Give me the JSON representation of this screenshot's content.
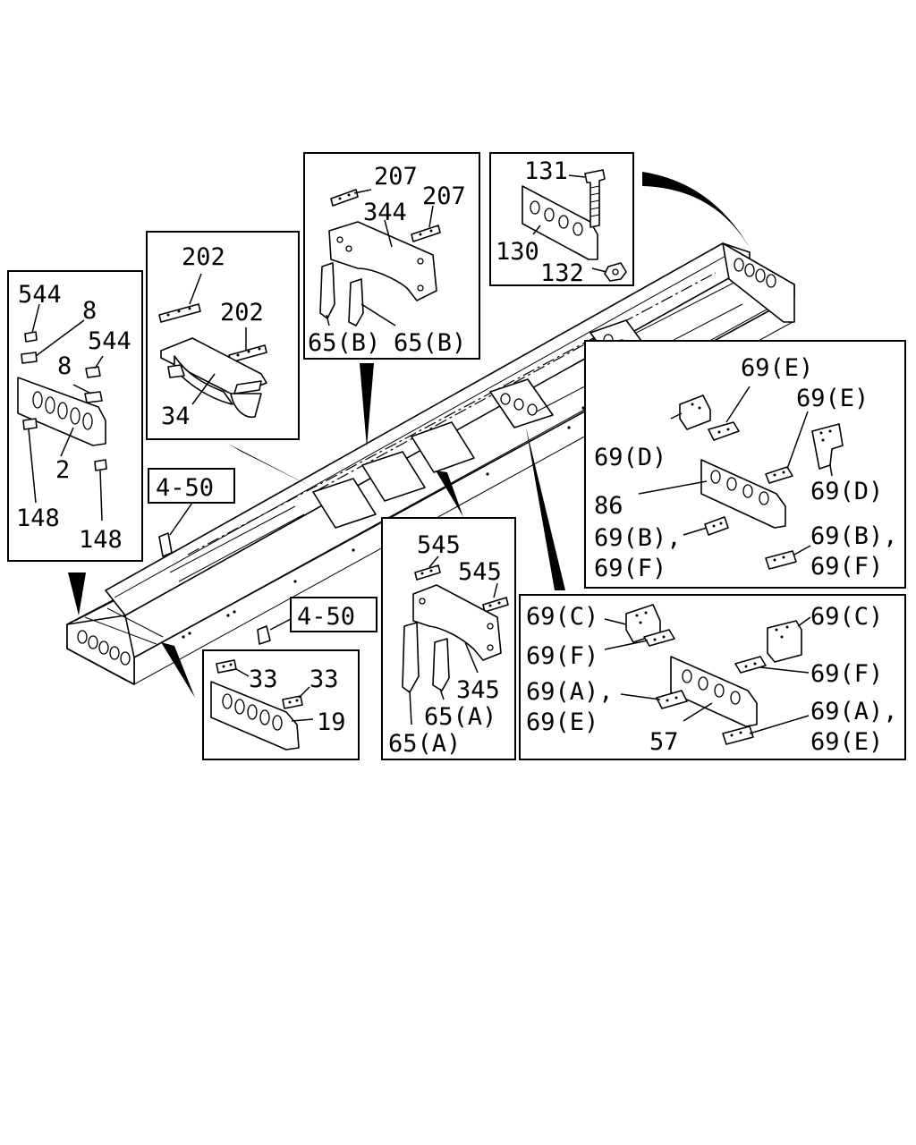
{
  "labels": {
    "l544a": "544",
    "l8a": "8",
    "l544b": "544",
    "l8b": "8",
    "l2": "2",
    "l148a": "148",
    "l148b": "148",
    "l202a": "202",
    "l202b": "202",
    "l34": "34",
    "l207a": "207",
    "l207b": "207",
    "l344": "344",
    "l65Ba": "65(B)",
    "l65Bb": "65(B)",
    "l131": "131",
    "l130": "130",
    "l132": "132",
    "l69Ea": "69(E)",
    "l69Eb": "69(E)",
    "l69Da": "69(D)",
    "l69Db": "69(D)",
    "l86": "86",
    "l69Ba": "69(B),",
    "l69Fa": "69(F)",
    "l69Bb": "69(B),",
    "l69Fb": "69(F)",
    "l450a": "4-50",
    "l450b": "4-50",
    "l33a": "33",
    "l33b": "33",
    "l19": "19",
    "l545a": "545",
    "l545b": "545",
    "l345": "345",
    "l65Aa": "65(A)",
    "l65Ab": "65(A)",
    "l69Ca": "69(C)",
    "l69Cb": "69(C)",
    "l69Fc": "69(F)",
    "l69Fd": "69(F)",
    "l69Aa": "69(A),",
    "l69Ea2": "69(E)",
    "l69Ab": "69(A),",
    "l69Eb2": "69(E)",
    "l57": "57"
  }
}
